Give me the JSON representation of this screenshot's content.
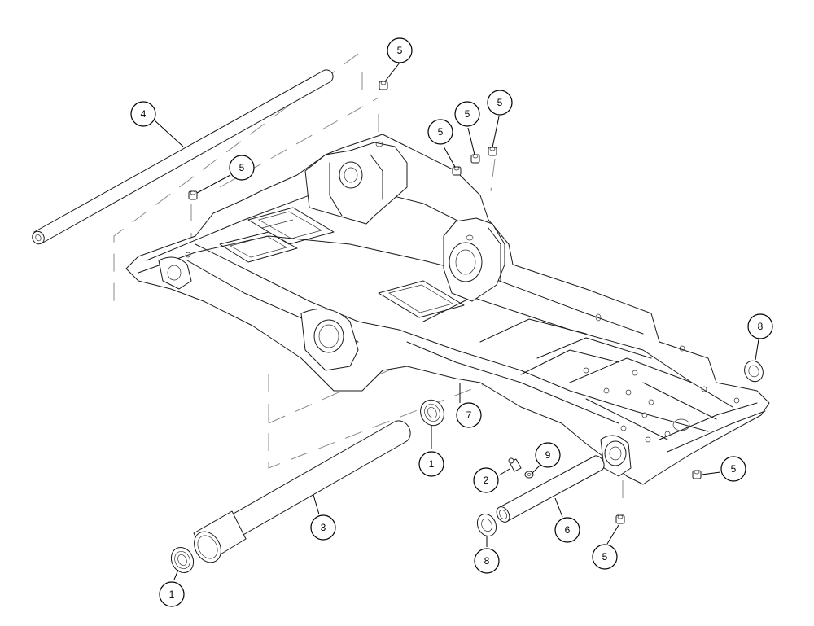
{
  "callouts": [
    {
      "id": "c-5a",
      "label": "5"
    },
    {
      "id": "c-4",
      "label": "4"
    },
    {
      "id": "c-5b",
      "label": "5"
    },
    {
      "id": "c-5c",
      "label": "5"
    },
    {
      "id": "c-5d",
      "label": "5"
    },
    {
      "id": "c-5e",
      "label": "5"
    },
    {
      "id": "c-8a",
      "label": "8"
    },
    {
      "id": "c-7",
      "label": "7"
    },
    {
      "id": "c-1a",
      "label": "1"
    },
    {
      "id": "c-9",
      "label": "9"
    },
    {
      "id": "c-2",
      "label": "2"
    },
    {
      "id": "c-5f",
      "label": "5"
    },
    {
      "id": "c-3",
      "label": "3"
    },
    {
      "id": "c-6",
      "label": "6"
    },
    {
      "id": "c-8b",
      "label": "8"
    },
    {
      "id": "c-5g",
      "label": "5"
    },
    {
      "id": "c-1b",
      "label": "1"
    }
  ],
  "colors": {
    "line": "#1a1a1a",
    "phantom": "#8a8a8a",
    "background": "#ffffff"
  }
}
